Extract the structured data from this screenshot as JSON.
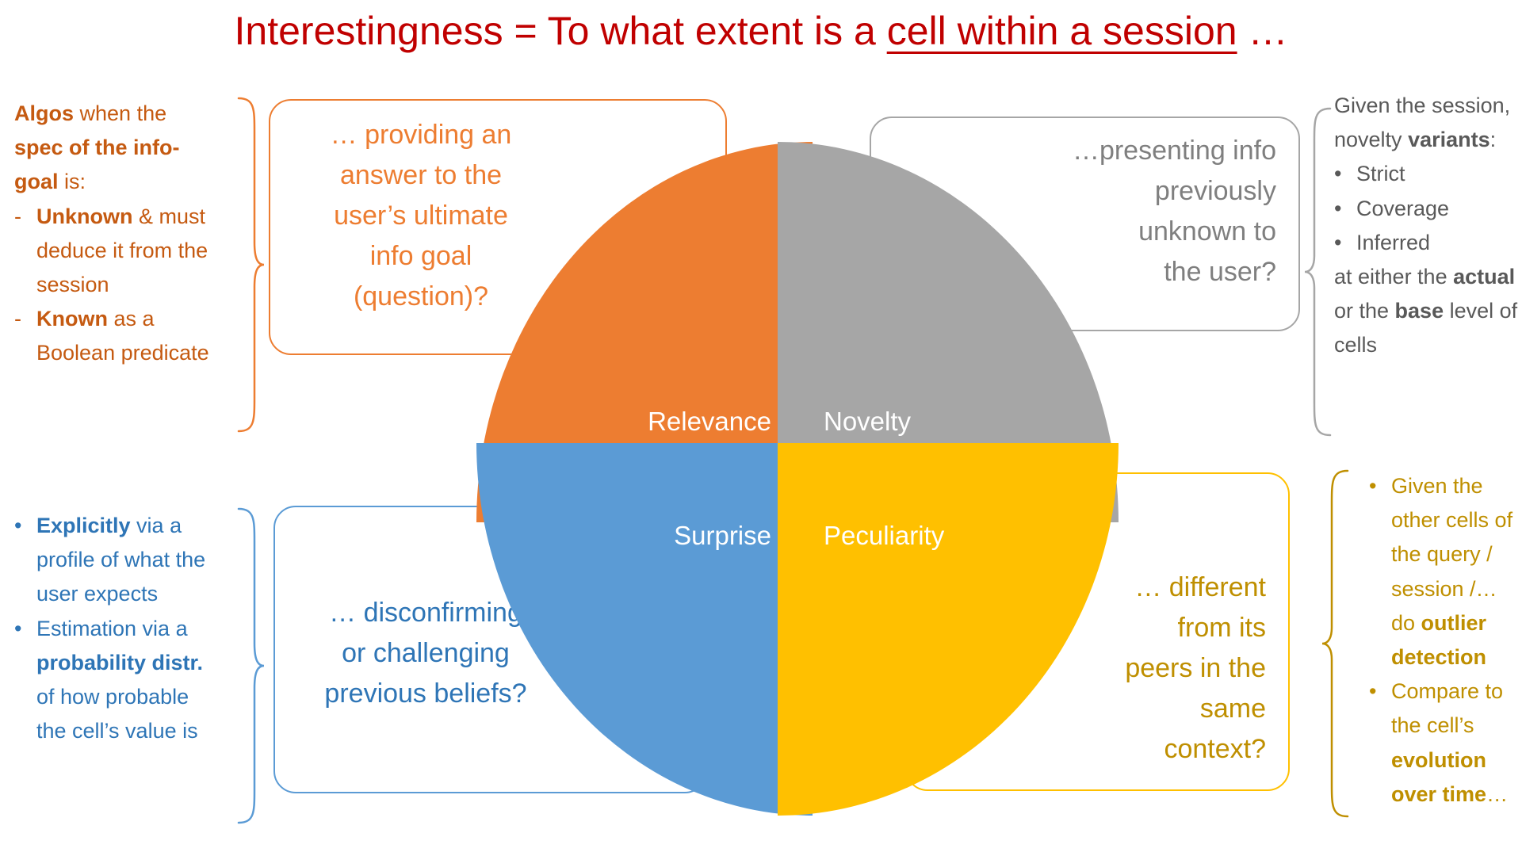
{
  "title": {
    "color": "#C00000",
    "segments": [
      {
        "t": "Interestingness = To what extent is a "
      },
      {
        "t": "cell within a session",
        "u": true
      },
      {
        "t": " …"
      }
    ]
  },
  "quadrants": {
    "relevance": {
      "label": "Relevance",
      "color": "#ED7D31"
    },
    "novelty": {
      "label": "Novelty",
      "color": "#A6A6A6"
    },
    "surprise": {
      "label": "Surprise",
      "color": "#5B9BD5"
    },
    "peculiarity": {
      "label": "Peculiarity",
      "color": "#FFC000"
    }
  },
  "callouts": {
    "relevance": {
      "text": "… providing an\nanswer to the\nuser’s ultimate\ninfo goal\n(question)?",
      "text_color": "#ED7D31",
      "border_color": "#ED7D31"
    },
    "novelty": {
      "text": "…presenting info\npreviously\nunknown to\nthe user?",
      "text_color": "#7F7F7F",
      "border_color": "#A6A6A6"
    },
    "surprise": {
      "text": "… disconfirming\nor challenging\nprevious beliefs?",
      "text_color": "#2E75B6",
      "border_color": "#5B9BD5"
    },
    "peculiarity": {
      "text": "… different\nfrom its\npeers in the\nsame\ncontext?",
      "text_color": "#BF8F00",
      "border_color": "#FFC000"
    }
  },
  "annotations": {
    "left_top": {
      "text_color": "#C55A11",
      "brace_color": "#ED7D31",
      "lines": [
        {
          "bullet": "",
          "segments": [
            {
              "t": "Algos",
              "b": true
            },
            {
              "t": " when the "
            },
            {
              "t": "spec of the info-goal",
              "b": true
            },
            {
              "t": " is:"
            }
          ]
        },
        {
          "bullet": "-",
          "segments": [
            {
              "t": "Unknown",
              "b": true
            },
            {
              "t": " & must deduce it from the session"
            }
          ]
        },
        {
          "bullet": "-",
          "segments": [
            {
              "t": "Known",
              "b": true
            },
            {
              "t": " as a Boolean predicate"
            }
          ]
        }
      ]
    },
    "left_bottom": {
      "text_color": "#2E75B6",
      "brace_color": "#5B9BD5",
      "lines": [
        {
          "bullet": "•",
          "segments": [
            {
              "t": "Explicitly",
              "b": true
            },
            {
              "t": " via a profile of what the user expects"
            }
          ]
        },
        {
          "bullet": "•",
          "segments": [
            {
              "t": "Estimation via a "
            },
            {
              "t": "probability distr.",
              "b": true
            },
            {
              "t": " of how probable the cell’s value is"
            }
          ]
        }
      ]
    },
    "right_top": {
      "text_color": "#595959",
      "brace_color": "#A6A6A6",
      "lines": [
        {
          "bullet": "",
          "segments": [
            {
              "t": "Given the session, novelty "
            },
            {
              "t": "variants",
              "b": true
            },
            {
              "t": ":"
            }
          ]
        },
        {
          "bullet": "•",
          "segments": [
            {
              "t": "Strict"
            }
          ]
        },
        {
          "bullet": "•",
          "segments": [
            {
              "t": "Coverage"
            }
          ]
        },
        {
          "bullet": "•",
          "segments": [
            {
              "t": "Inferred"
            }
          ]
        },
        {
          "bullet": "",
          "segments": [
            {
              "t": "at either the "
            },
            {
              "t": "actual",
              "b": true
            },
            {
              "t": " or the "
            },
            {
              "t": "base",
              "b": true
            },
            {
              "t": " level of cells"
            }
          ]
        }
      ]
    },
    "right_bottom": {
      "text_color": "#BF8F00",
      "brace_color": "#BF8F00",
      "lines": [
        {
          "bullet": "•",
          "segments": [
            {
              "t": "Given the other cells of the query / session /… do "
            },
            {
              "t": "outlier detection",
              "b": true
            }
          ]
        },
        {
          "bullet": "•",
          "segments": [
            {
              "t": "Compare to the cell’s "
            },
            {
              "t": "evolution over time",
              "b": true
            },
            {
              "t": "…"
            }
          ]
        }
      ]
    }
  }
}
